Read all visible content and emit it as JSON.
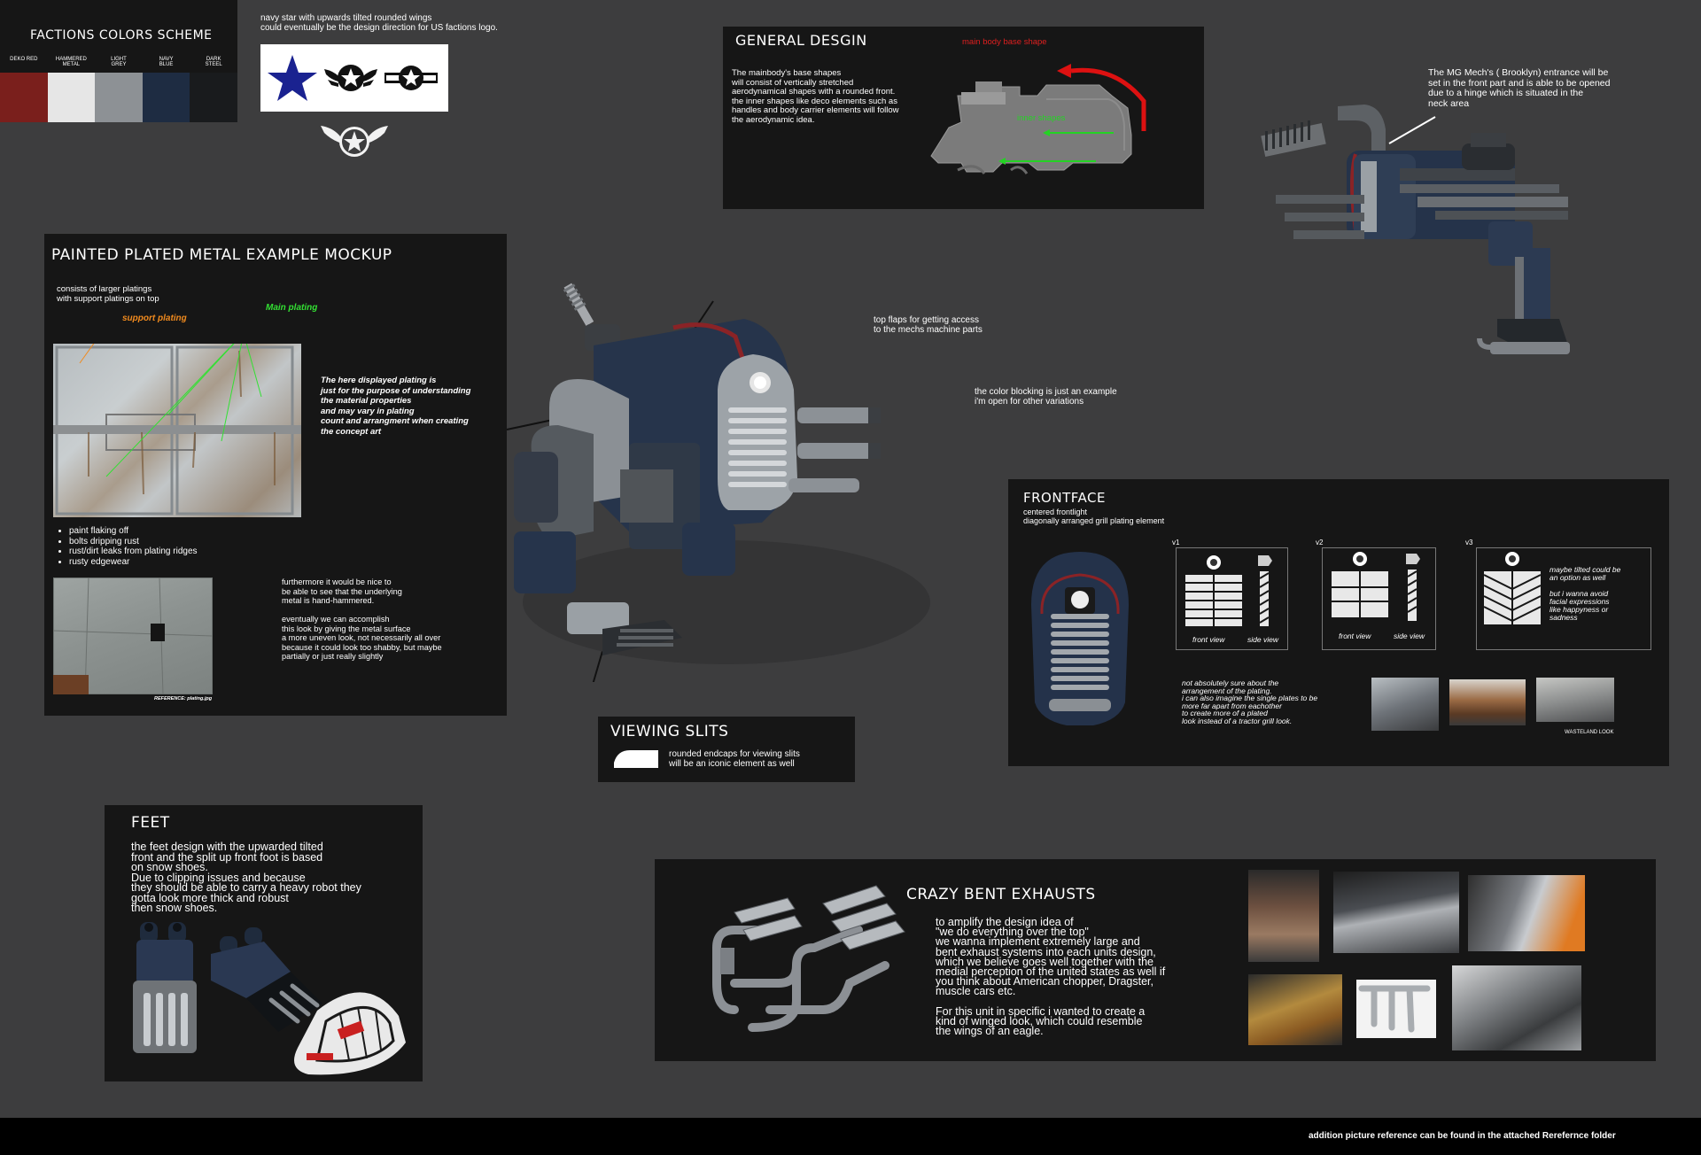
{
  "palette": {
    "title": "FACTIONS COLORS SCHEME",
    "swatches": [
      {
        "label": "DEKO RED",
        "color": "#7a1f1c"
      },
      {
        "label": "HAMMERED METAL",
        "color": "#e6e6e6"
      },
      {
        "label": "LIGHT GREY",
        "color": "#8d9195"
      },
      {
        "label": "NAVY BLUE",
        "color": "#1e2c42"
      },
      {
        "label": "DARK STEEL",
        "color": "#191b1d"
      }
    ]
  },
  "logo": {
    "note": "navy star with upwards tilted rounded wings\ncould eventually be the design direction for US factions logo."
  },
  "general": {
    "title": "GENERAL DESGIN",
    "body": "The mainbody's base shapes\nwill consist of vertically stretched\naerodynamical shapes with a rounded front.\nthe inner shapes like deco elements such as\nhandles and body carrier elements will follow\nthe aerodynamic idea.",
    "main_label": "main body base shape",
    "inner_label": "inner shapes"
  },
  "mg_note": "The MG Mech's ( Brooklyn) entrance will be\nset in the front part and is able to be opened\ndue to a hinge which is situated in the\nneck area",
  "plated": {
    "title": "PAINTED PLATED METAL EXAMPLE MOCKUP",
    "sub": "consists of larger platings\nwith support platings on top",
    "support_label": "support plating",
    "main_label": "Main plating",
    "note": "The here displayed plating is\njust for the purpose of understanding\nthe material properties\nand may vary in plating\ncount and arrangment when creating\nthe concept art",
    "bullets": [
      "paint flaking off",
      "bolts dripping rust",
      "rust/dirt leaks from plating ridges",
      "rusty edgewear"
    ],
    "body2": "furthermore it would be nice to\nbe able to see that the underlying\nmetal is hand-hammered.\n\neventually we can accomplish\nthis look by giving the metal surface\na more uneven look, not necessarily all over\nbecause it could look too shabby, but maybe\n partially or just really slightly",
    "ref": "REFERENCE: plating.jpg"
  },
  "top_flaps": "top flaps for getting access\nto the mechs machine parts",
  "color_note": "the color blocking is just an example\ni'm open for other variations",
  "viewing": {
    "title": "VIEWING SLITS",
    "body": "rounded endcaps for viewing slits\nwill be an iconic element as well"
  },
  "frontface": {
    "title": "FRONTFACE",
    "sub": "centered frontlight\ndiagonally arranged grill plating element",
    "v1": "v1",
    "v2": "v2",
    "v3": "v3",
    "front_view": "front view",
    "side_view": "side view",
    "v3_note": "maybe tilted could be\nan option as well\n\nbut i wanna avoid\nfacial expressions\nlike happyness or\nsadness",
    "bottom_note": "not absolutely sure about the\narrangement of the plating.\ni can also imagine the single plates to be\nmore far apart from eachother\nto create more of a plated\nlook instead of a tractor grill look.",
    "wasteland": "WASTELAND LOOK"
  },
  "feet": {
    "title": "FEET",
    "body": "the feet design with the upwarded tilted\nfront and the split up front foot is based\non snow shoes.\nDue to clipping issues and because\nthey should be able to carry a heavy robot they\ngotta look more thick and robust\nthen snow shoes."
  },
  "exhaust": {
    "title": "CRAZY BENT EXHAUSTS",
    "body": "to amplify the design idea of\n\"we do everything over the top\"\nwe wanna implement extremely large and\nbent  exhaust systems into each units design,\nwhich we believe goes well together with the\nmedial perception of the united states as well if\nyou think about American chopper, Dragster,\nmuscle cars etc.\n\nFor this unit in specific i wanted to create a\nkind of winged look, which could resemble\nthe wings of an eagle."
  },
  "footer": "addition picture reference can be found in the attached  Rerefernce folder"
}
